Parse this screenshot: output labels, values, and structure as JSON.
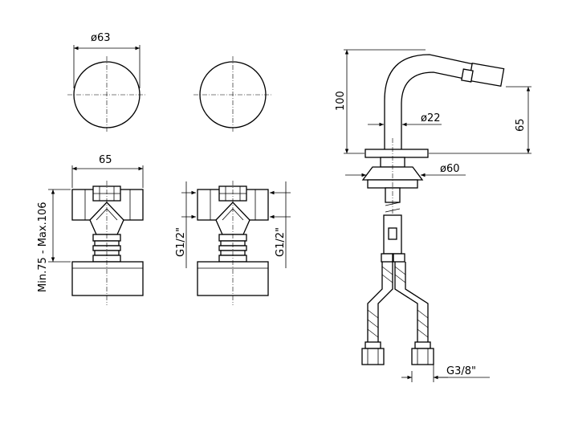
{
  "dimensions": {
    "rosette_diameter": "ø63",
    "valve_width": "65",
    "install_depth": "Min.75 - Max.106",
    "inlet_thread_left": "G1/2\"",
    "inlet_thread_right": "G1/2\"",
    "spout_height": "100",
    "spout_body_diameter": "ø22",
    "outlet_height": "65",
    "base_diameter": "ø60",
    "hose_thread": "G3/8\""
  },
  "colors": {
    "line": "#000000",
    "background": "#ffffff"
  }
}
